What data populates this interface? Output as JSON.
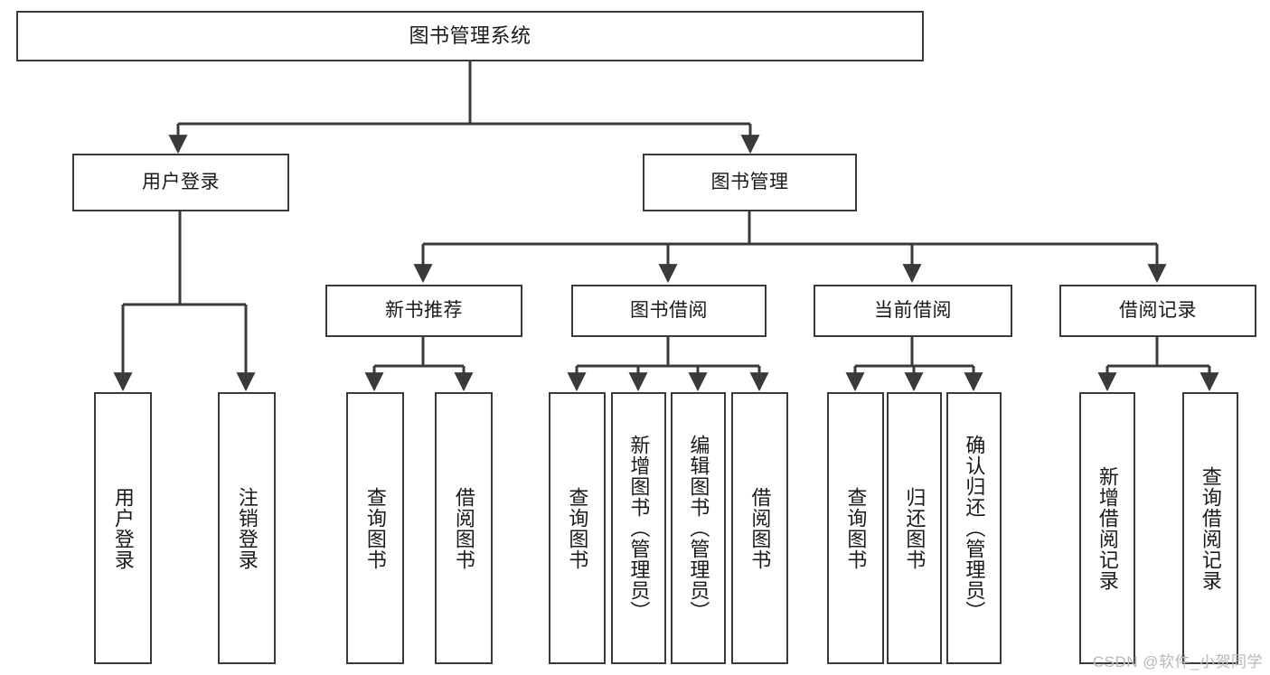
{
  "diagram": {
    "type": "tree-hierarchy",
    "title": "图书管理系统",
    "watermark": "CSDN @软件_小贺同学",
    "colors": {
      "box_border": "#3a3a3a",
      "box_fill": "#ffffff",
      "connector": "#3a3a3a",
      "text": "#1a1a1a",
      "watermark": "#b9b9b9",
      "background": "#ffffff"
    },
    "root": {
      "label": "图书管理系统",
      "orientation": "horizontal"
    },
    "level1": [
      {
        "label": "用户登录",
        "orientation": "horizontal"
      },
      {
        "label": "图书管理",
        "orientation": "horizontal"
      }
    ],
    "level2": [
      {
        "label": "新书推荐",
        "orientation": "horizontal",
        "parent": "图书管理"
      },
      {
        "label": "图书借阅",
        "orientation": "horizontal",
        "parent": "图书管理"
      },
      {
        "label": "当前借阅",
        "orientation": "horizontal",
        "parent": "图书管理"
      },
      {
        "label": "借阅记录",
        "orientation": "horizontal",
        "parent": "图书管理"
      }
    ],
    "leaves": [
      {
        "label": "用户登录",
        "orientation": "vertical",
        "parent": "用户登录"
      },
      {
        "label": "注销登录",
        "orientation": "vertical",
        "parent": "用户登录"
      },
      {
        "label": "查询图书",
        "orientation": "vertical",
        "parent": "新书推荐"
      },
      {
        "label": "借阅图书",
        "orientation": "vertical",
        "parent": "新书推荐"
      },
      {
        "label": "查询图书",
        "orientation": "vertical",
        "parent": "图书借阅"
      },
      {
        "label": "新增图书（管理员）",
        "orientation": "vertical",
        "parent": "图书借阅"
      },
      {
        "label": "编辑图书（管理员）",
        "orientation": "vertical",
        "parent": "图书借阅"
      },
      {
        "label": "借阅图书",
        "orientation": "vertical",
        "parent": "图书借阅"
      },
      {
        "label": "查询图书",
        "orientation": "vertical",
        "parent": "当前借阅"
      },
      {
        "label": "归还图书",
        "orientation": "vertical",
        "parent": "当前借阅"
      },
      {
        "label": "确认归还（管理员）",
        "orientation": "vertical",
        "parent": "当前借阅"
      },
      {
        "label": "新增借阅记录",
        "orientation": "vertical",
        "parent": "借阅记录"
      },
      {
        "label": "查询借阅记录",
        "orientation": "vertical",
        "parent": "借阅记录"
      }
    ]
  }
}
